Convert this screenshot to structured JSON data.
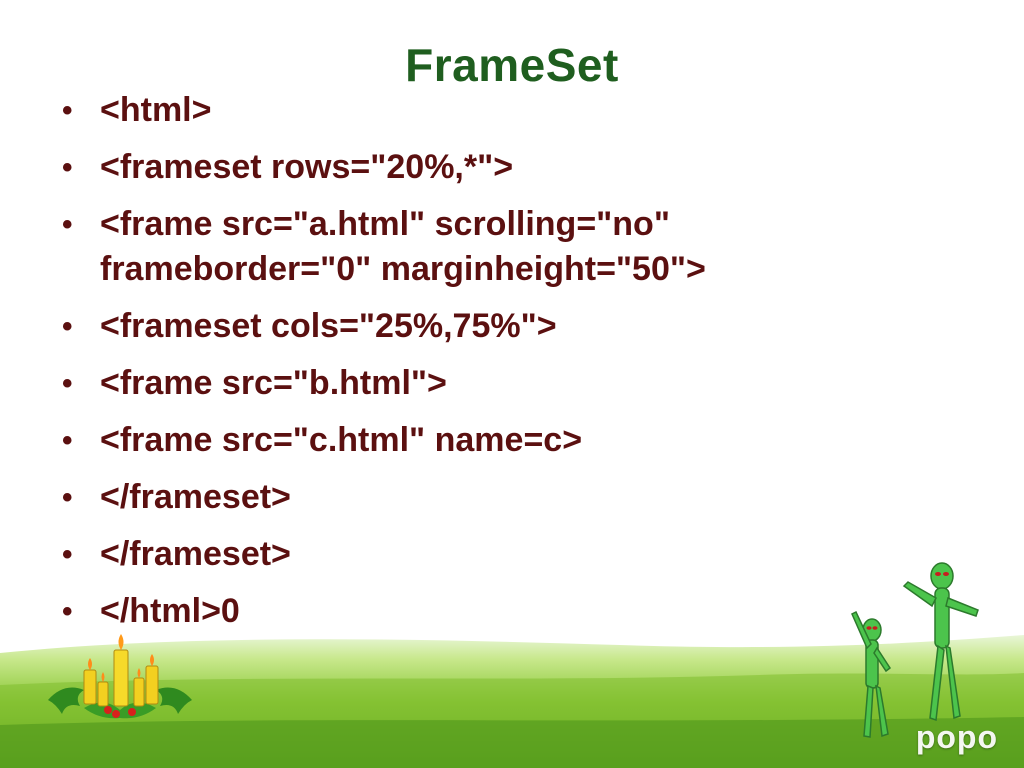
{
  "slide": {
    "title": "FrameSet",
    "bullets": [
      "<html>",
      "<frameset rows=\"20%,*\">",
      "<frame src=\"a.html\" scrolling=\"no\" frameborder=\"0\" marginheight=\"50\">",
      "<frameset cols=\"25%,75%\">",
      "<frame src=\"b.html\">",
      "<frame src=\"c.html\" name=c>",
      "</frameset>",
      "</frameset>",
      "</html>0"
    ],
    "bullet_glyph": "•",
    "logo_text": "popo"
  },
  "colors": {
    "title": "#1f5e1f",
    "body_text": "#5b1010",
    "grass_light": "#bfe37a",
    "grass_dark": "#4f9a16",
    "alien": "#4cc44c"
  },
  "icons": {
    "candles": "candles-decoration-icon",
    "aliens": "alien-figures-icon"
  }
}
